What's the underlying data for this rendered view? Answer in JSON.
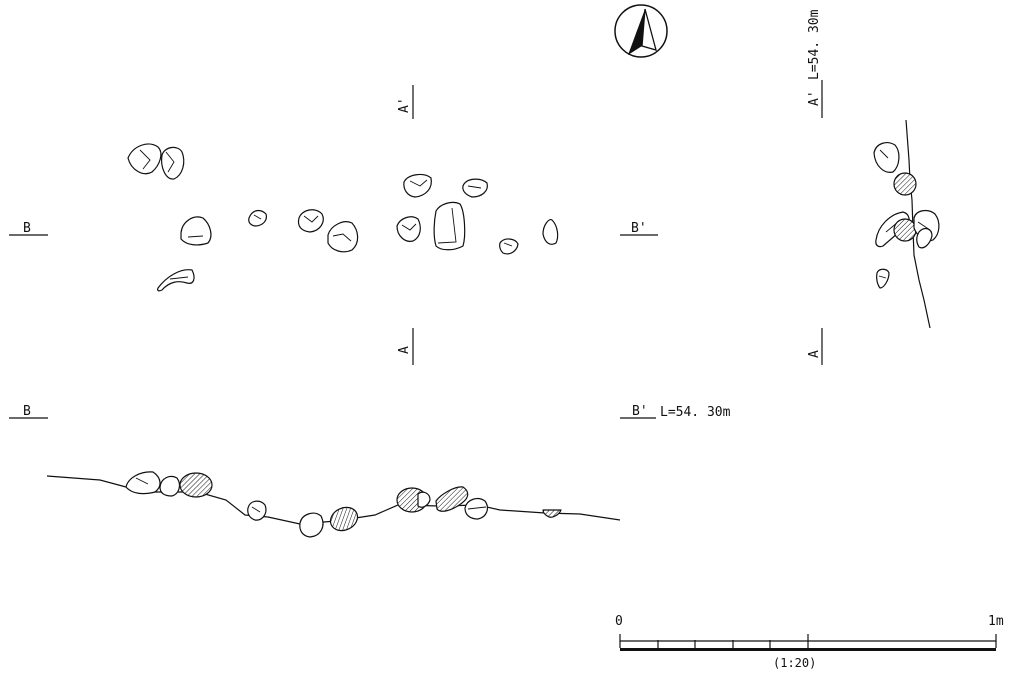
{
  "plan": {
    "section_a": {
      "label_top": "A'",
      "label_bottom": "A"
    },
    "section_b": {
      "label_left": "B",
      "label_right": "B'"
    }
  },
  "section_b_profile": {
    "label_left": "B",
    "label_right": "B'",
    "level": "L=54. 30m"
  },
  "section_a_profile": {
    "label_top": "A'",
    "label_bottom": "A",
    "level": "L=54. 30m"
  },
  "scale_bar": {
    "start_label": "0",
    "end_label": "1m",
    "ratio": "(1:20)"
  },
  "north_arrow": {
    "icon": "north-arrow-icon"
  }
}
